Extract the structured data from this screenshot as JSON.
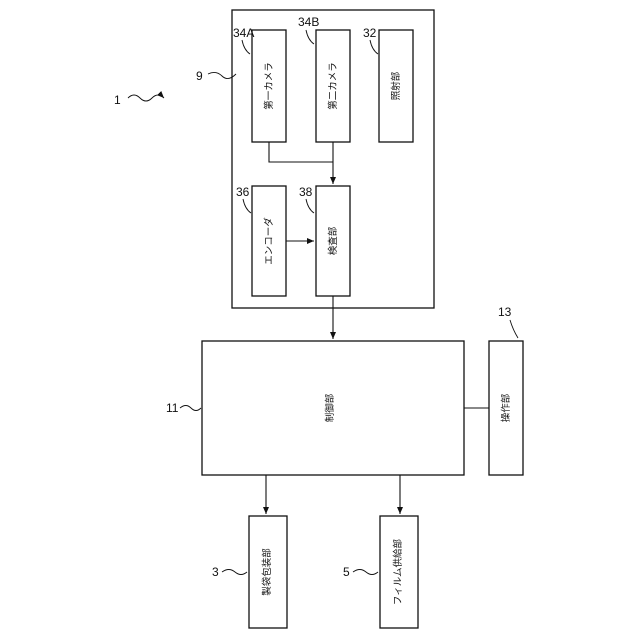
{
  "diagram": {
    "ref_system": "1",
    "inspection_unit": {
      "ref": "9"
    },
    "first_camera": {
      "label": "第一カメラ",
      "ref": "34A"
    },
    "second_camera": {
      "label": "第二カメラ",
      "ref": "34B"
    },
    "irradiation": {
      "label": "照射部",
      "ref": "32"
    },
    "encoder": {
      "label": "エンコーダ",
      "ref": "36"
    },
    "inspection": {
      "label": "検査部",
      "ref": "38"
    },
    "controller": {
      "label": "制御部",
      "ref": "11"
    },
    "operation": {
      "label": "操作部",
      "ref": "13"
    },
    "bag_maker": {
      "label": "製袋包装部",
      "ref": "3"
    },
    "film_supply": {
      "label": "フィルム供給部",
      "ref": "5"
    }
  }
}
